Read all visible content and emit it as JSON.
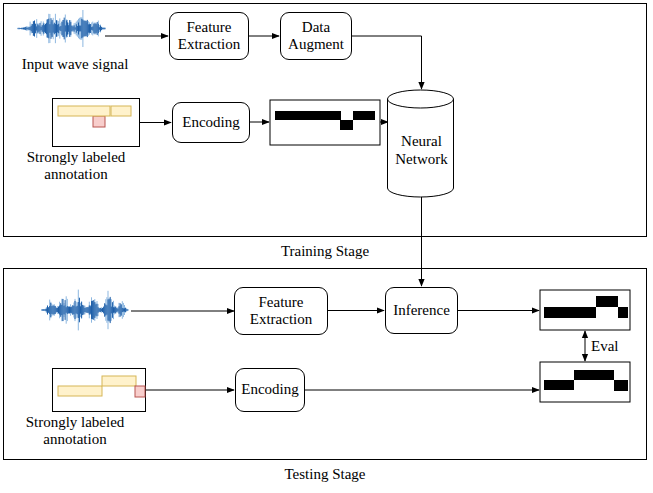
{
  "diagram": {
    "nodes": [
      {
        "text": [
          "Training Stage"
        ]
      },
      {
        "text": [
          "Input wave signal"
        ],
        "in": 0
      },
      {
        "text": [
          "Feature Extraction"
        ],
        "in": 0
      },
      {
        "text": [
          "Data Augment"
        ],
        "in": 0
      },
      {
        "text": [
          "Strongly labeled annotation"
        ],
        "in": 0
      },
      {
        "text": [
          "Encoding"
        ],
        "in": 0
      },
      {
        "text": [
          "Neural Network"
        ],
        "in": 0
      },
      {
        "text": [
          "Testing Stage"
        ]
      },
      {
        "text": [
          "Feature Extraction"
        ],
        "in": 7
      },
      {
        "text": [
          "Inference"
        ],
        "in": 7
      },
      {
        "text": [
          "Strongly labeled annotation"
        ],
        "in": 7
      },
      {
        "text": [
          "Encoding"
        ],
        "in": 7
      }
    ],
    "edges": [
      {
        "from": 1,
        "to": 2,
        "arrow": "to"
      },
      {
        "from": 2,
        "to": 3,
        "arrow": "to"
      },
      {
        "from": 3,
        "to": 6,
        "arrow": "to"
      },
      {
        "from": 4,
        "to": 5,
        "arrow": "to"
      },
      {
        "from": 6,
        "to": 9,
        "arrow": "to"
      },
      {
        "from": 8,
        "to": 9,
        "arrow": "to"
      },
      {
        "from": 10,
        "to": 11,
        "arrow": "to"
      }
    ],
    "labels": [
      "Eval"
    ]
  }
}
